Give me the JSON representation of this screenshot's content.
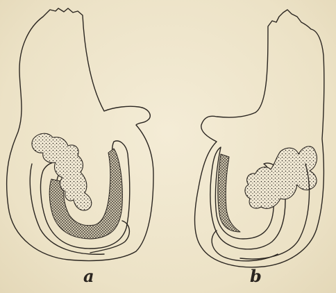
{
  "figure": {
    "panels": [
      {
        "id": "a",
        "label": "a"
      },
      {
        "id": "b",
        "label": "b"
      }
    ],
    "colors": {
      "ink": "#2a2520",
      "paper": "#efe6cd",
      "stipple_fill": "#cfc6b0"
    }
  }
}
